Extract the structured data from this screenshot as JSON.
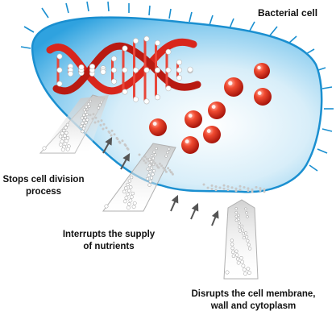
{
  "title": "Bacterial cell",
  "labels": {
    "division_line1": "Stops cell division",
    "division_line2": "process",
    "nutrients_line1": "Interrupts the supply",
    "nutrients_line2": "of nutrients",
    "membrane_line1": "Disrupts the cell membrane,",
    "membrane_line2": "wall and cytoplasm"
  },
  "icons": {
    "cell": "bacterial-cell-icon",
    "dna": "dna-helix-icon",
    "ribosomes": "ribosome-spheres-icon",
    "particles": "antimicrobial-particle-stream-icon",
    "arrows": "action-arrow-icon"
  },
  "colors": {
    "cell_fill": "#4fb6e8",
    "cell_outline": "#1a8fd0",
    "dna": "#d8261c",
    "ribosome": "#e0261c",
    "stream": "#9a9a9a"
  }
}
